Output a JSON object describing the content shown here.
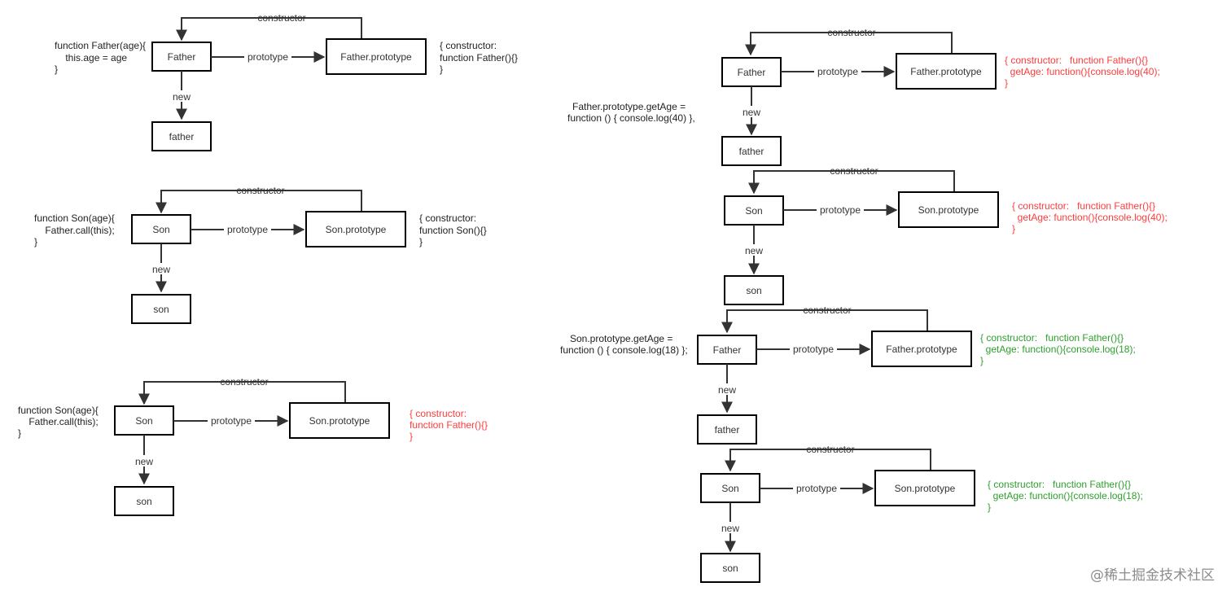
{
  "diagrams": {
    "d1": {
      "node_func": "Father",
      "node_proto": "Father.prototype",
      "node_inst": "father",
      "edge_constructor": "constructor",
      "edge_prototype": "prototype",
      "edge_new": "new",
      "code": [
        "function Father(age){",
        "    this.age = age",
        "}"
      ],
      "proto_note": [
        "{ constructor:",
        "function Father(){}",
        "}"
      ]
    },
    "d2": {
      "node_func": "Son",
      "node_proto": "Son.prototype",
      "node_inst": "son",
      "edge_constructor": "constructor",
      "edge_prototype": "prototype",
      "edge_new": "new",
      "code": [
        "function Son(age){",
        "    Father.call(this);",
        "}"
      ],
      "proto_note": [
        "{ constructor:",
        "function Son(){}",
        "}"
      ]
    },
    "d3": {
      "node_func": "Son",
      "node_proto": "Son.prototype",
      "node_inst": "son",
      "edge_constructor": "constructor",
      "edge_prototype": "prototype",
      "edge_new": "new",
      "code": [
        "function Son(age){",
        "    Father.call(this);",
        "}"
      ],
      "proto_note": [
        "{ constructor:",
        "function Father(){}",
        "}"
      ],
      "proto_note_color": "#ff3b3b"
    },
    "d4": {
      "node_func": "Father",
      "node_proto": "Father.prototype",
      "node_inst": "father",
      "edge_constructor": "constructor",
      "edge_prototype": "prototype",
      "edge_new": "new",
      "code": [
        "Father.prototype.getAge =",
        "function () { console.log(40) },"
      ],
      "proto_note": [
        "{ constructor:   function Father(){}",
        "  getAge: function(){console.log(40);",
        "}"
      ],
      "proto_note_color": "#ff3b3b"
    },
    "d5": {
      "node_func": "Son",
      "node_proto": "Son.prototype",
      "node_inst": "son",
      "edge_constructor": "constructor",
      "edge_prototype": "prototype",
      "edge_new": "new",
      "proto_note": [
        "{ constructor:   function Father(){}",
        "  getAge: function(){console.log(40);",
        "}"
      ],
      "proto_note_color": "#ff3b3b"
    },
    "d6": {
      "node_func": "Father",
      "node_proto": "Father.prototype",
      "node_inst": "father",
      "edge_constructor": "constructor",
      "edge_prototype": "prototype",
      "edge_new": "new",
      "code": [
        "Son.prototype.getAge =",
        "function () { console.log(18) };"
      ],
      "proto_note": [
        "{ constructor:   function Father(){}",
        "  getAge: function(){console.log(18);",
        "}"
      ],
      "proto_note_color": "#2ea02e"
    },
    "d7": {
      "node_func": "Son",
      "node_proto": "Son.prototype",
      "node_inst": "son",
      "edge_constructor": "constructor",
      "edge_prototype": "prototype",
      "edge_new": "new",
      "proto_note": [
        "{ constructor:   function Father(){}",
        "  getAge: function(){console.log(18);",
        "}"
      ],
      "proto_note_color": "#2ea02e"
    }
  },
  "watermark": "@稀土掘金技术社区",
  "colors": {
    "line": "#333333",
    "box_border": "#000000",
    "red": "#ff3b3b",
    "green": "#2ea02e"
  }
}
